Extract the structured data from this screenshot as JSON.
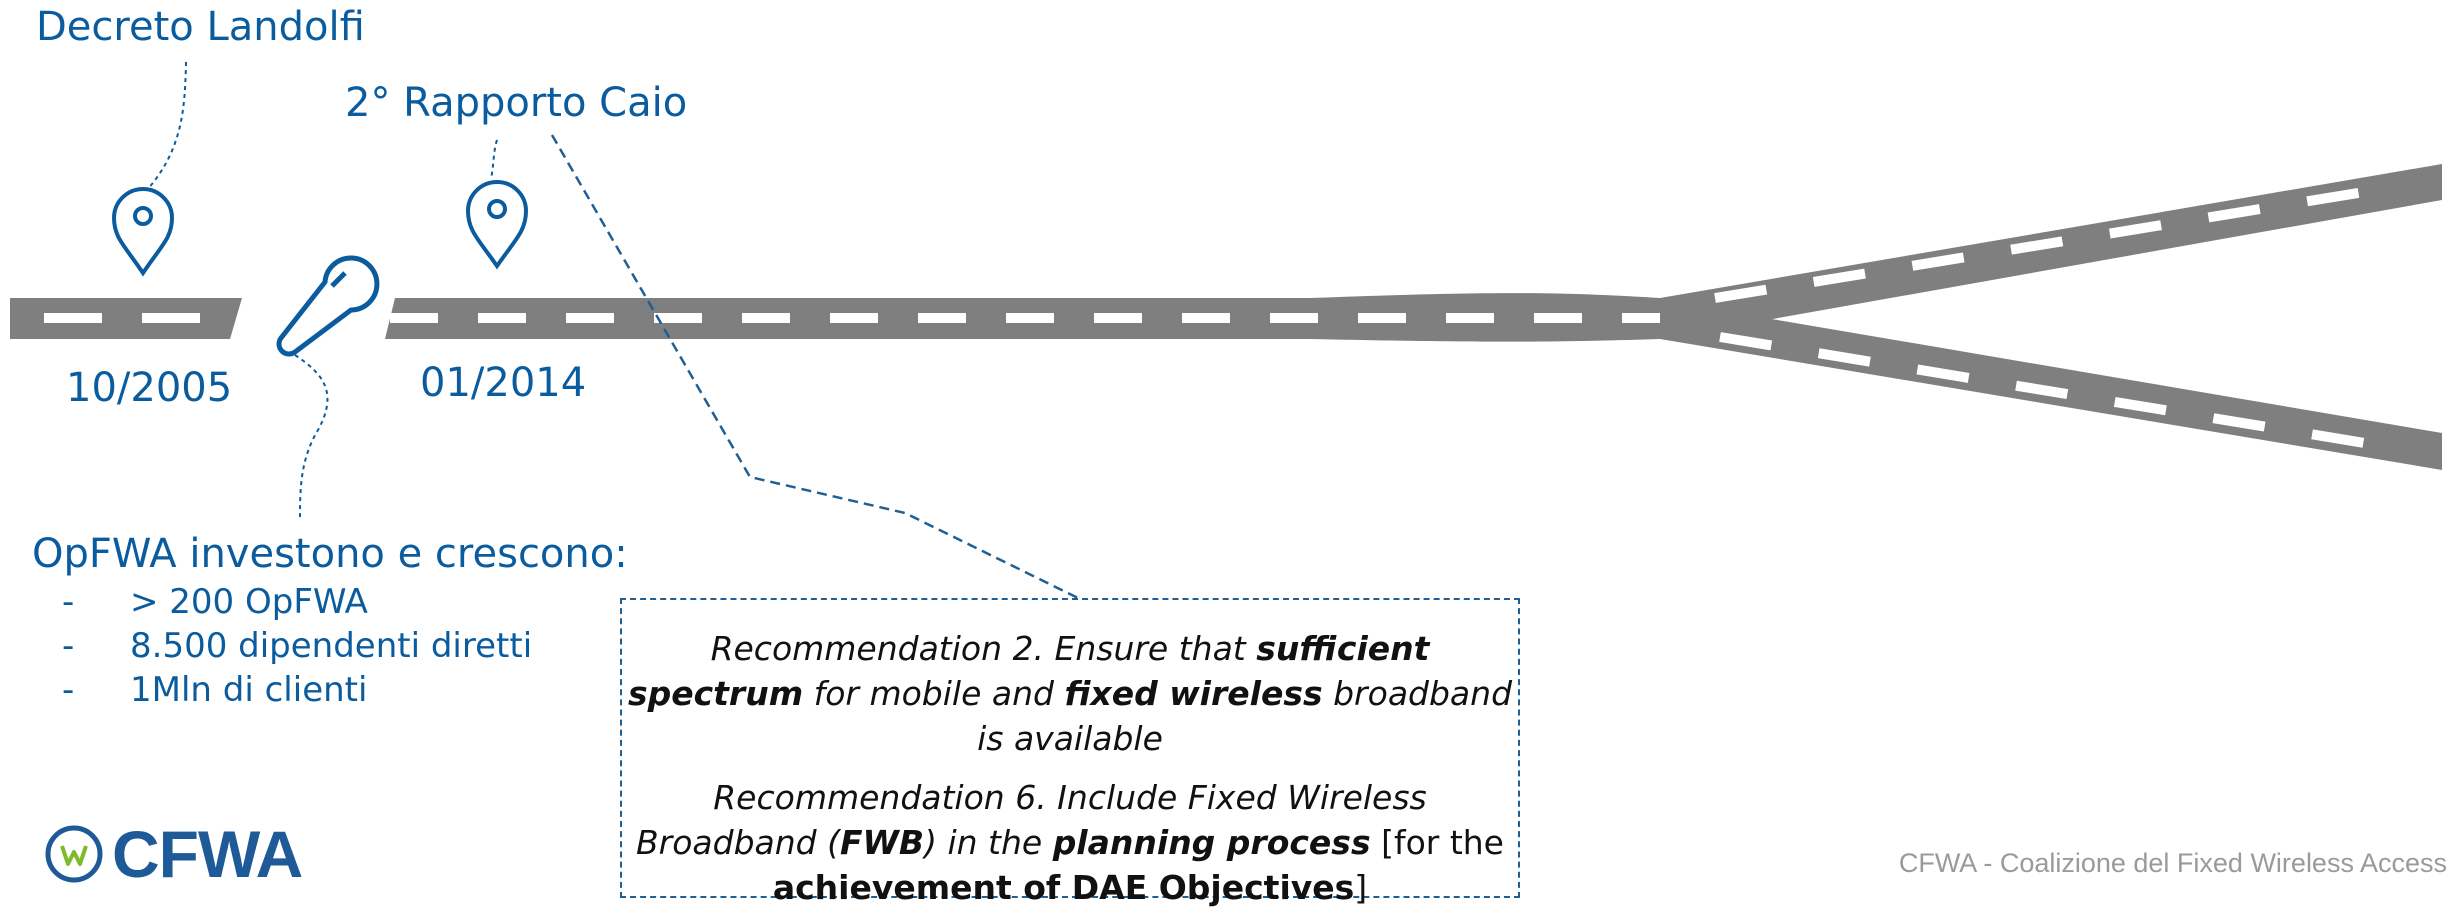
{
  "milestones": {
    "decreto": {
      "title": "Decreto Landolfi",
      "date": "10/2005"
    },
    "caio": {
      "title": "2° Rapporto Caio",
      "date": "01/2014"
    }
  },
  "opfwa": {
    "heading": "OpFWA investono e crescono:",
    "items": [
      {
        "bullet": "-",
        "text": "> 200 OpFWA"
      },
      {
        "bullet": "-",
        "text": "8.500 dipendenti diretti"
      },
      {
        "bullet": "-",
        "text": "1Mln di clienti"
      }
    ]
  },
  "recommendations": {
    "rec2": {
      "part1": "Recommendation 2. Ensure that ",
      "bold1": "sufficient spectrum",
      "part2": " for mobile and ",
      "bold2": "fixed wireless",
      "part3": " broadband is available"
    },
    "rec6": {
      "part1": "Recommendation 6. Include Fixed Wireless Broadband (",
      "bold1": "FWB",
      "part2": ") in the ",
      "bold2": "planning process",
      "part3": " [for  the ",
      "bold3": "achievement of DAE Objectives",
      "part4": "]"
    }
  },
  "logo": {
    "text": "CFWA"
  },
  "footer": "CFWA - Coalizione del Fixed Wireless Access",
  "colors": {
    "accent": "#0b5c9e",
    "road": "#7f7f7f",
    "logo": "#1d5a97",
    "logo_green": "#7dbb2a"
  }
}
